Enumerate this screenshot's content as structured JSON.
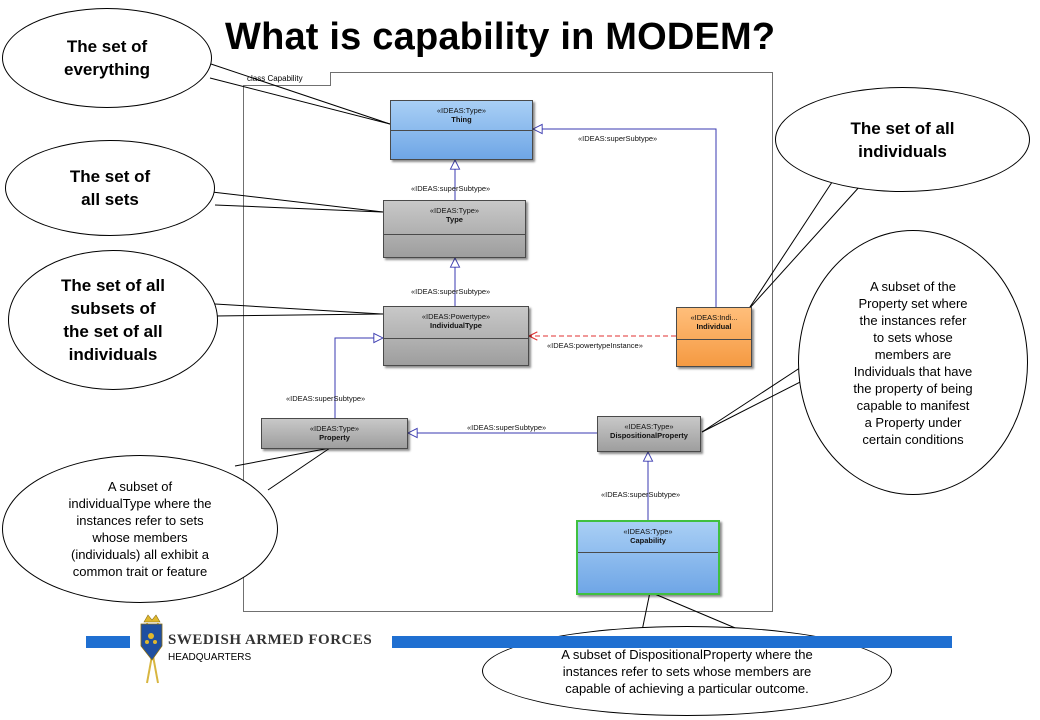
{
  "title": "What is capability in MODEM?",
  "diagram": {
    "frame_label": "class Capability",
    "classes": {
      "thing": {
        "stereotype": "«IDEAS:Type»",
        "name": "Thing"
      },
      "type": {
        "stereotype": "«IDEAS:Type»",
        "name": "Type"
      },
      "individual_type": {
        "stereotype": "«IDEAS:Powertype»",
        "name": "IndividualType"
      },
      "individual": {
        "stereotype": "«IDEAS:Indi...",
        "name": "Individual"
      },
      "property": {
        "stereotype": "«IDEAS:Type»",
        "name": "Property"
      },
      "dispositional_property": {
        "stereotype": "«IDEAS:Type»",
        "name": "DispositionalProperty"
      },
      "capability": {
        "stereotype": "«IDEAS:Type»",
        "name": "Capability"
      }
    },
    "relations": {
      "super_subtype": "«IDEAS:superSubtype»",
      "powertype_instance": "«IDEAS:powertypeInstance»"
    }
  },
  "callouts": {
    "everything": [
      "The set of",
      "everything"
    ],
    "all_sets": [
      "The set of",
      "all sets"
    ],
    "subsets": [
      "The set of all",
      "subsets of",
      "the set of all",
      "individuals"
    ],
    "individuals": [
      "The set of all",
      "individuals"
    ],
    "property": [
      "A subset of",
      "individualType where the",
      "instances refer to sets",
      "whose members",
      "(individuals) all exhibit a",
      "common trait or feature"
    ],
    "dispositional": [
      "A  subset of the",
      "Property set where",
      "the instances refer",
      "to sets whose",
      "members are",
      "Individuals that have",
      "the property of being",
      "capable to manifest",
      "a Property under",
      "certain conditions"
    ],
    "capability": [
      "A subset of DispositionalProperty where the",
      "instances refer to sets whose members are",
      "capable of achieving a particular outcome."
    ]
  },
  "footer": {
    "org": "SWEDISH ARMED FORCES",
    "sub": "HEADQUARTERS"
  },
  "colors": {
    "type_blue": "#6fa6e6",
    "type_gray": "#9e9e9e",
    "individual_orange": "#f59a42",
    "capability_border": "#40c040",
    "footer_bar": "#1f6fd1",
    "connector": "#3a3ab0",
    "powertype_arrow": "#e03030"
  }
}
